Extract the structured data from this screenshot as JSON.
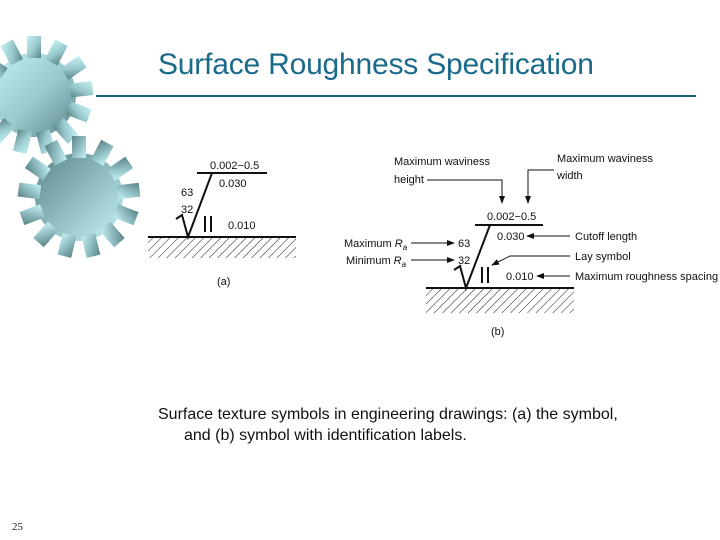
{
  "slide": {
    "title": "Surface Roughness Specification",
    "page_number": "25",
    "colors": {
      "title": "#1a6a8a",
      "rule": "#1a5f7a",
      "gear_light": "#bfeef0",
      "gear_dark": "#5f8a90"
    }
  },
  "figure_a": {
    "waviness_height_width": "0.002−0.5",
    "cutoff_length": "0.030",
    "max_ra": "63",
    "min_ra": "32",
    "roughness_spacing": "0.010",
    "lay_symbol": "||",
    "label": "(a)"
  },
  "figure_b": {
    "waviness_height_width": "0.002−0.5",
    "cutoff_length": "0.030",
    "max_ra": "63",
    "min_ra": "32",
    "roughness_spacing": "0.010",
    "lay_symbol": "||",
    "label": "(b)",
    "callouts": {
      "max_waviness_height_line1": "Maximum waviness",
      "max_waviness_height_line2": "height",
      "max_waviness_width_line1": "Maximum waviness",
      "max_waviness_width_line2": "width",
      "maximum_ra_prefix": "Maximum ",
      "minimum_ra_prefix": "Minimum ",
      "ra_symbol": "R",
      "ra_subscript": "a",
      "cutoff_length": "Cutoff length",
      "lay_symbol": "Lay symbol",
      "max_roughness_spacing": "Maximum roughness spacing"
    }
  },
  "caption": {
    "line1": "Surface texture symbols in engineering drawings: (a) the symbol,",
    "line2": "and (b) symbol with identification labels."
  }
}
